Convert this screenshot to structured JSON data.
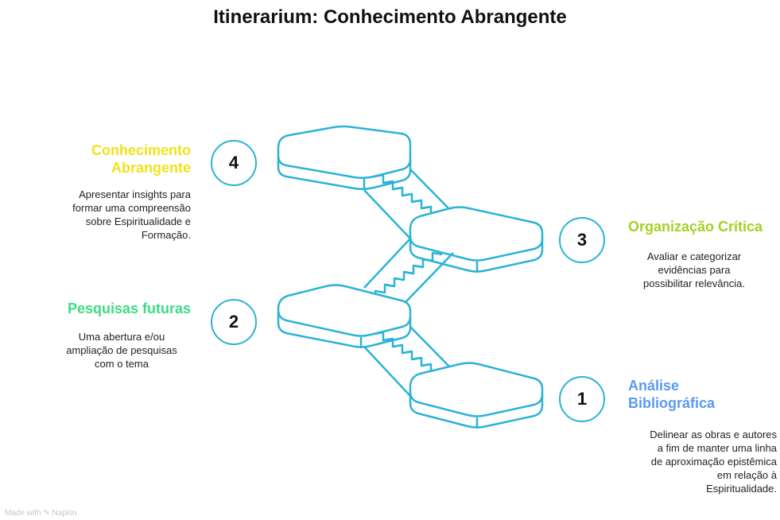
{
  "title": "Itinerarium: Conhecimento Abrangente",
  "colors": {
    "stairs": "#2bb3d6",
    "step1": "#5b9bf0",
    "step2": "#3ddc84",
    "step3": "#a5d126",
    "step4": "#f2e21a"
  },
  "steps": [
    {
      "number": "1",
      "title_lines": [
        "Análise",
        "Bibliográfica"
      ],
      "description_lines": [
        "Delinear as obras e autores",
        "a fim de manter uma linha",
        "de aproximação epistêmica",
        "em relação à",
        "Espiritualidade."
      ]
    },
    {
      "number": "2",
      "title_lines": [
        "Pesquisas futuras"
      ],
      "description_lines": [
        "Uma abertura e/ou",
        "ampliação de pesquisas",
        "com o tema"
      ]
    },
    {
      "number": "3",
      "title_lines": [
        "Organização Crítica"
      ],
      "description_lines": [
        "Avaliar e categorizar",
        "evidências para",
        "possibilitar relevância."
      ]
    },
    {
      "number": "4",
      "title_lines": [
        "Conhecimento",
        "Abrangente"
      ],
      "description_lines": [
        "Apresentar insights para",
        "formar uma compreensão",
        "sobre Espiritualidade e",
        "Formação."
      ]
    }
  ],
  "footer": "Made with ✎ Napkin"
}
